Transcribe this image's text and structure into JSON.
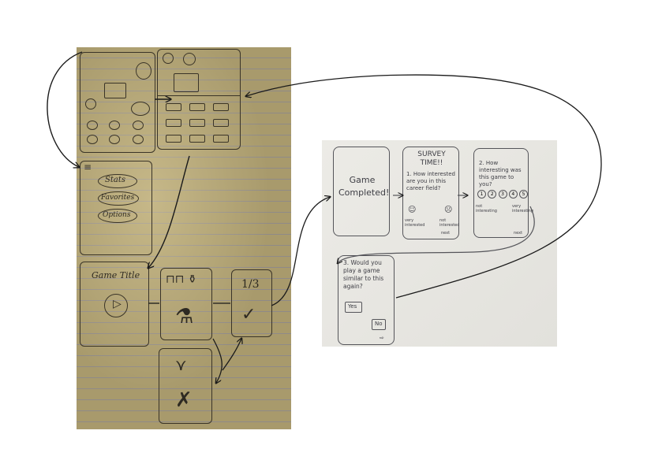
{
  "lined_sketches": {
    "menu_buttons": [
      "Stats",
      "Favorites",
      "Options"
    ],
    "game_title": "Game Title",
    "progress": "1/3"
  },
  "white_sketches": {
    "completed_text": "Game Completed!",
    "survey": {
      "title": "SURVEY TIME!!",
      "q1": "1. How interested are you in this career field?",
      "q1_low": "very interested",
      "q1_high": "not interested",
      "q1_next": "next",
      "q2": "2. How interesting was this game to you?",
      "q2_scale": [
        "1",
        "2",
        "3",
        "4",
        "5"
      ],
      "q2_low": "not interesting",
      "q2_high": "very interesting",
      "q2_next": "next",
      "q3": "3. Would you play a game similar to this again?",
      "yes": "Yes",
      "no": "No"
    }
  },
  "colors": {
    "pencil": "#3a3428",
    "arrow": "#1a1a1a",
    "lined_paper": "#a89a6c",
    "white_paper": "#e8e7e2"
  }
}
